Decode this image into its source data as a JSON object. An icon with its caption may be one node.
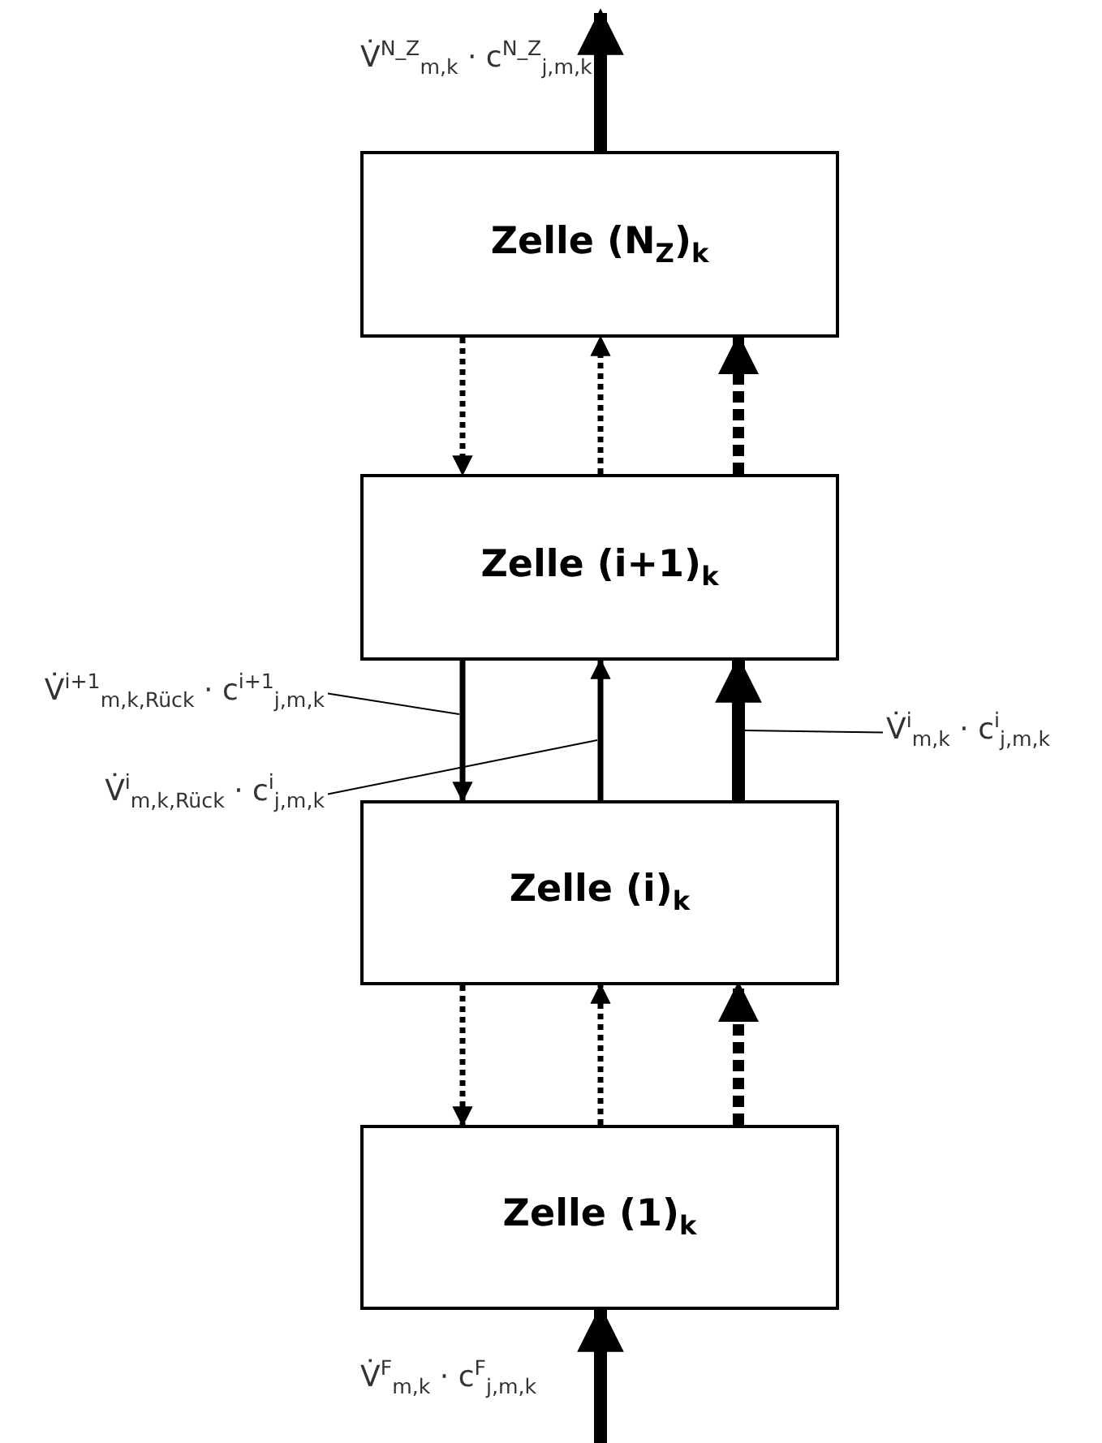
{
  "diagram": {
    "nodes": [
      {
        "text": [
          "Zelle (N$_{Z}$)$_{k}$"
        ]
      },
      {
        "text": [
          "Zelle (i+1)$_{k}$"
        ]
      },
      {
        "text": [
          "Zelle (i)$_{k}$"
        ]
      },
      {
        "text": [
          "Zelle (1)$_{k}$"
        ]
      },
      {
        "text": [
          "V̇$^{i+1}$$_{m,k,Rück}$ · c$^{i+1}$$_{j,m,k}$"
        ]
      },
      {
        "text": [
          "V̇$^{i}$$_{m,k,Rück}$ · c$^{i}$$_{j,m,k}$"
        ]
      },
      {
        "text": [
          "V̇$^{i}$$_{m,k}$ · c$^{i}$$_{j,m,k}$"
        ]
      }
    ],
    "edges": [
      {
        "from": 0,
        "to": null,
        "arrow": "to",
        "style": "thick",
        "label": "V̇$^{N_Z}$$_{m,k}$ · c$^{N_Z}$$_{j,m,k}$"
      },
      {
        "from": 0,
        "to": 1,
        "arrow": "to",
        "style": "dashed"
      },
      {
        "from": 1,
        "to": 0,
        "arrow": "to",
        "style": "dashed"
      },
      {
        "from": 1,
        "to": 0,
        "arrow": "to",
        "style": "dashed"
      },
      {
        "from": 1,
        "to": 2,
        "arrow": "to"
      },
      {
        "from": 2,
        "to": 1,
        "arrow": "to"
      },
      {
        "from": 2,
        "to": 1,
        "arrow": "to",
        "style": "thick"
      },
      {
        "from": 2,
        "to": 3,
        "arrow": "to",
        "style": "dashed"
      },
      {
        "from": 3,
        "to": 2,
        "arrow": "to",
        "style": "dashed"
      },
      {
        "from": 3,
        "to": 2,
        "arrow": "to",
        "style": "dashed"
      },
      {
        "from": null,
        "to": 3,
        "arrow": "to",
        "style": "thick",
        "label": "V̇$^{F}$$_{m,k}$ · c$^{F}$$_{j,m,k}$"
      },
      {
        "from": 4,
        "to": null,
        "arrow": "none"
      },
      {
        "from": 5,
        "to": null,
        "arrow": "none"
      },
      {
        "from": 6,
        "to": null,
        "arrow": "none"
      }
    ]
  }
}
